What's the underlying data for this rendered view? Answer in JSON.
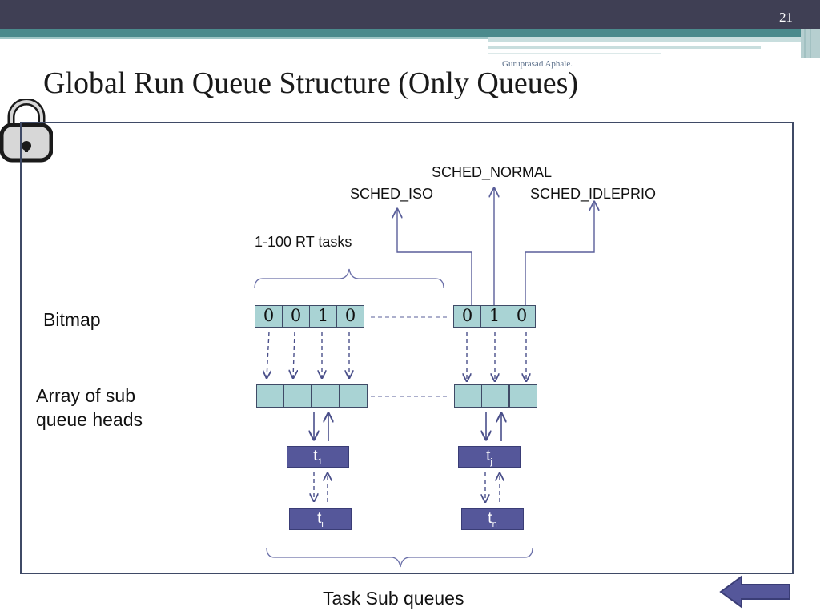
{
  "slide": {
    "number": "21",
    "author": "Guruprasad Aphale.",
    "title": "Global Run Queue Structure (Only Queues)"
  },
  "diagram": {
    "policies": {
      "normal": "SCHED_NORMAL",
      "iso": "SCHED_ISO",
      "idleprio": "SCHED_IDLEPRIO"
    },
    "rt_label": "1-100 RT tasks",
    "bitmap_label": "Bitmap",
    "array_label_line1": "Array of sub",
    "array_label_line2": "queue heads",
    "bitmap_left": [
      "0",
      "0",
      "1",
      "0"
    ],
    "bitmap_right": [
      "0",
      "1",
      "0"
    ],
    "task_left_top": {
      "letter": "t",
      "sub": "1"
    },
    "task_left_bottom": {
      "letter": "t",
      "sub": "i"
    },
    "task_right_top": {
      "letter": "t",
      "sub": "j"
    },
    "task_right_bottom": {
      "letter": "t",
      "sub": "n"
    },
    "footer_label": "Task Sub queues"
  },
  "icons": {
    "lock": "lock-icon",
    "back": "back-arrow-icon"
  },
  "colors": {
    "header_dark": "#3f3f54",
    "header_teal": "#4a8a8c",
    "cell_fill": "#a9d3d4",
    "task_fill": "#55579a",
    "frame": "#3f4a66"
  }
}
